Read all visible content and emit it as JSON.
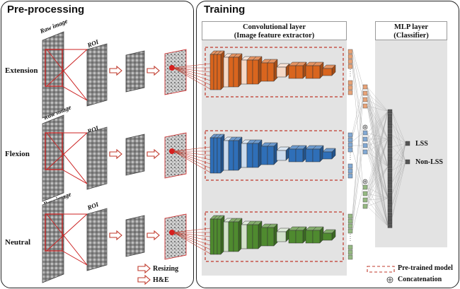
{
  "preprocessing": {
    "title": "Pre-processing",
    "raw_image_label": "Raw image",
    "roi_label": "ROI",
    "rows": [
      {
        "label": "Extension"
      },
      {
        "label": "Flexion"
      },
      {
        "label": "Neutral"
      }
    ]
  },
  "training": {
    "title": "Training",
    "conv_header": {
      "line1": "Convolutional layer",
      "line2": "(Image feature extractor)"
    },
    "mlp_header": {
      "line1": "MLP layer",
      "line2": "(Classifier)"
    },
    "outputs": [
      "LSS",
      "Non-LSS"
    ]
  },
  "legend": {
    "resizing": "Resizing",
    "he": "H&E",
    "pretrained": "Pre-trained model",
    "concatenation": "Concatenation"
  },
  "colors": {
    "extension_layers": "#d9651e",
    "flexion_layers": "#2f6fb8",
    "neutral_layers": "#4f8a2f",
    "pretrained_border": "#c0392b",
    "roi_border": "#cc2222",
    "gray_panel": "#e3e3e3",
    "mlp_column": "#555555"
  },
  "icons": [
    "resize-arrow-icon",
    "he-arrow-icon",
    "concatenation-icon"
  ]
}
